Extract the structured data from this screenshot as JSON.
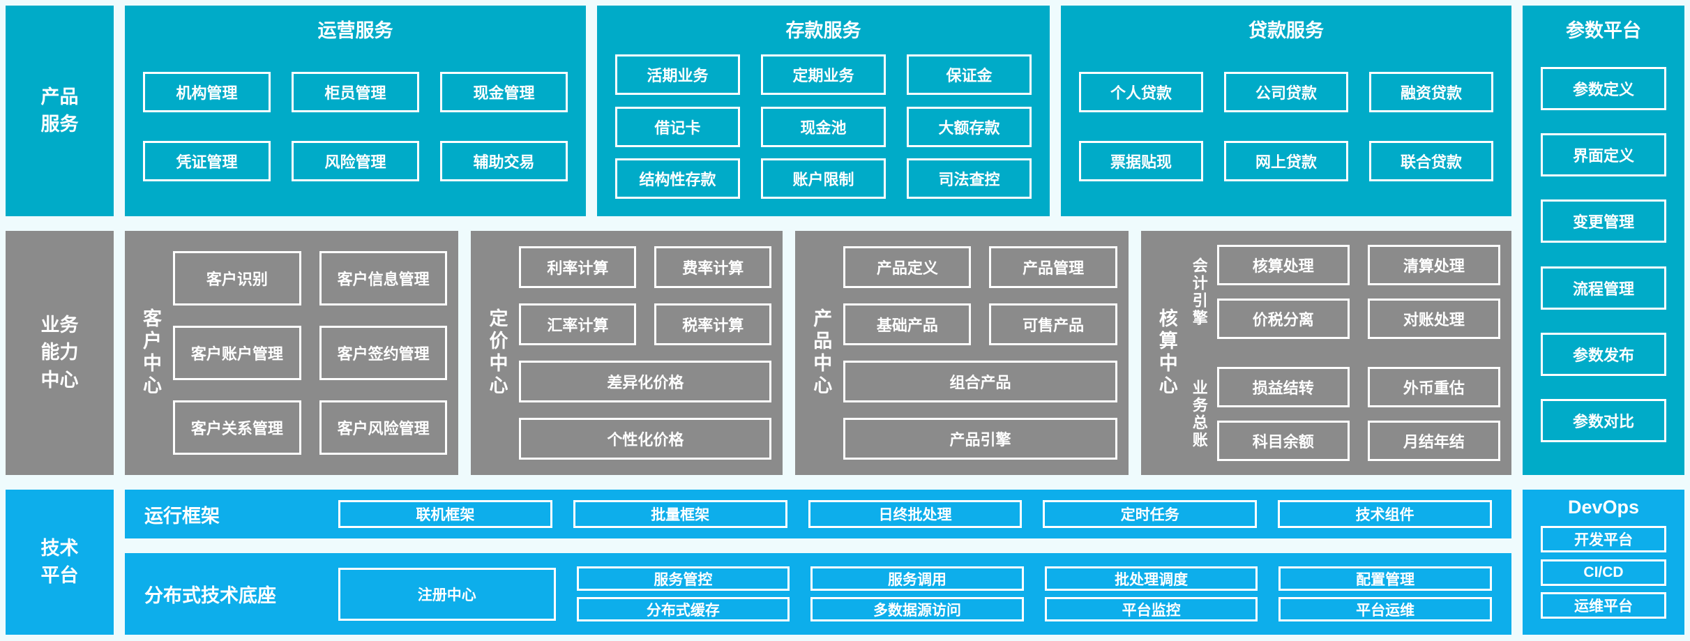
{
  "colors": {
    "teal": "#00abc8",
    "gray": "#8b8b8b",
    "blue": "#0daeeb",
    "page_background": "#effbfd",
    "box_border": "#ffffff",
    "text": "#ffffff"
  },
  "rails": [
    {
      "name": "产品服务",
      "lines": [
        "产品",
        "服务"
      ]
    },
    {
      "name": "业务能力中心",
      "lines": [
        "业务",
        "能力",
        "中心"
      ]
    },
    {
      "name": "技术平台",
      "lines": [
        "技术",
        "平台"
      ]
    }
  ],
  "top_sections": [
    {
      "title": "运营服务",
      "items": [
        "机构管理",
        "柜员管理",
        "现金管理",
        "凭证管理",
        "风险管理",
        "辅助交易"
      ]
    },
    {
      "title": "存款服务",
      "items": [
        "活期业务",
        "定期业务",
        "保证金",
        "借记卡",
        "现金池",
        "大额存款",
        "结构性存款",
        "账户限制",
        "司法查控"
      ]
    },
    {
      "title": "贷款服务",
      "items": [
        "个人贷款",
        "公司贷款",
        "融资贷款",
        "票据贴现",
        "网上贷款",
        "联合贷款"
      ]
    }
  ],
  "param_platform": {
    "title": "参数平台",
    "items": [
      "参数定义",
      "界面定义",
      "变更管理",
      "流程管理",
      "参数发布",
      "参数对比"
    ]
  },
  "middle_sections": {
    "customer": {
      "label": "客户中心",
      "items": [
        "客户识别",
        "客户信息管理",
        "客户账户管理",
        "客户签约管理",
        "客户关系管理",
        "客户风险管理"
      ]
    },
    "pricing": {
      "label": "定价中心",
      "small_items": [
        "利率计算",
        "费率计算",
        "汇率计算",
        "税率计算"
      ],
      "wide_items": [
        "差异化价格",
        "个性化价格"
      ]
    },
    "product": {
      "label": "产品中心",
      "small_items": [
        "产品定义",
        "产品管理",
        "基础产品",
        "可售产品"
      ],
      "wide_items": [
        "组合产品",
        "产品引擎"
      ]
    },
    "accounting": {
      "label": "核算中心",
      "groups": [
        {
          "label": "会计引擎",
          "items": [
            "核算处理",
            "清算处理",
            "价税分离",
            "对账处理"
          ]
        },
        {
          "label": "业务总账",
          "items": [
            "损益结转",
            "外币重估",
            "科目余额",
            "月结年结"
          ]
        }
      ]
    }
  },
  "runtime_row": {
    "label": "运行框架",
    "items": [
      "联机框架",
      "批量框架",
      "日终批处理",
      "定时任务",
      "技术组件"
    ]
  },
  "distributed_row": {
    "label": "分布式技术底座",
    "registry": "注册中心",
    "columns": [
      [
        "服务管控",
        "分布式缓存"
      ],
      [
        "服务调用",
        "多数据源访问"
      ],
      [
        "批处理调度",
        "平台监控"
      ],
      [
        "配置管理",
        "平台运维"
      ]
    ]
  },
  "devops": {
    "title": "DevOps",
    "items": [
      "开发平台",
      "CI/CD",
      "运维平台"
    ]
  }
}
